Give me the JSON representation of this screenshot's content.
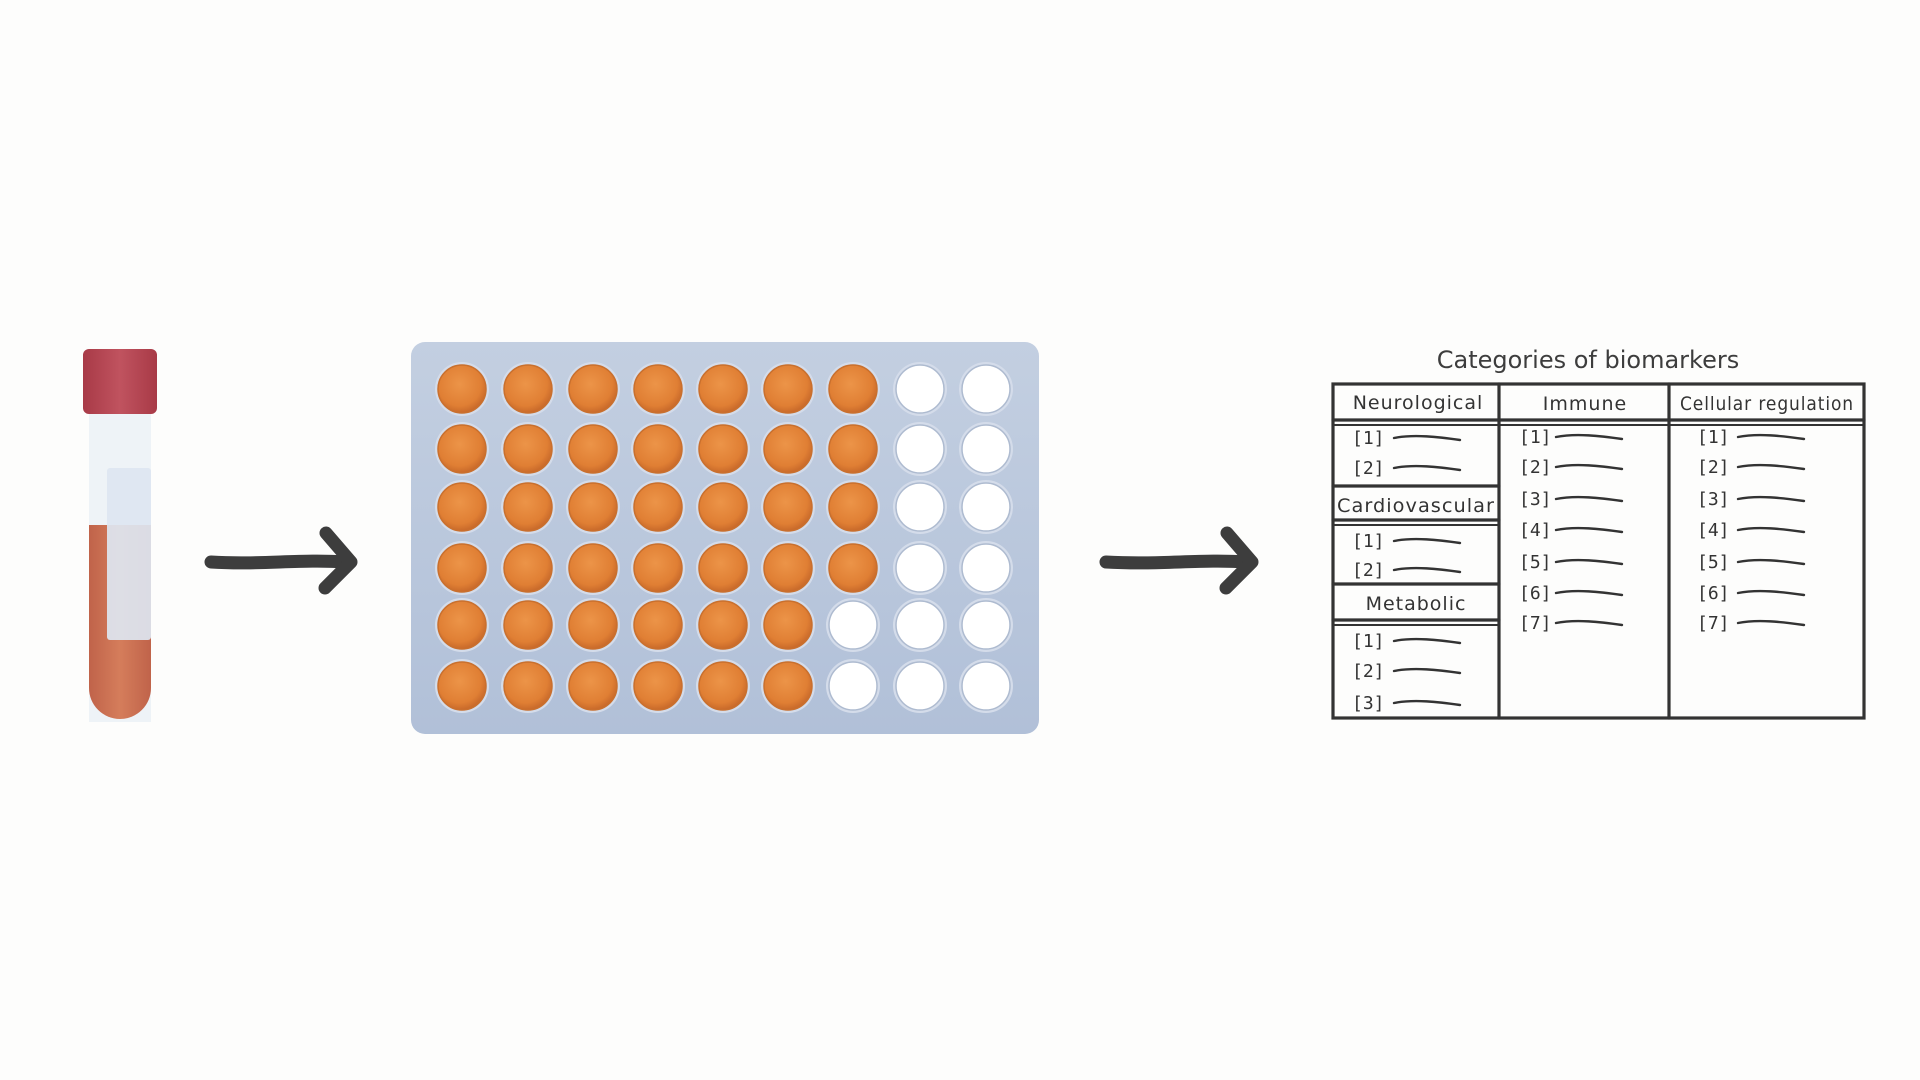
{
  "colors": {
    "background": "#fdfdfc",
    "tube_cap": "#b5424f",
    "tube_blood": "#c9704e",
    "tube_label": "#dde6f1",
    "plate": "#b9c7dc",
    "well_filled": "#e07f34",
    "well_empty": "#ffffff",
    "ink": "#333333"
  },
  "icons": {
    "tube": "blood-sample-tube-icon",
    "arrow": "right-arrow-icon",
    "plate": "well-plate-icon"
  },
  "plate": {
    "rows": 6,
    "cols": 9,
    "filled_per_row": [
      7,
      7,
      7,
      7,
      6,
      6
    ]
  },
  "biomarker_table": {
    "title": "Categories of biomarkers",
    "left_sections": [
      {
        "name": "Neurological",
        "items": [
          "[1]",
          "[2]"
        ]
      },
      {
        "name": "Cardiovascular",
        "items": [
          "[1]",
          "[2]"
        ]
      },
      {
        "name": "Metabolic",
        "items": [
          "[1]",
          "[2]",
          "[3]"
        ]
      }
    ],
    "columns": [
      {
        "name": "Immune",
        "items": [
          "[1]",
          "[2]",
          "[3]",
          "[4]",
          "[5]",
          "[6]",
          "[7]"
        ]
      },
      {
        "name": "Cellular regulation",
        "items": [
          "[1]",
          "[2]",
          "[3]",
          "[4]",
          "[5]",
          "[6]",
          "[7]"
        ]
      }
    ]
  }
}
